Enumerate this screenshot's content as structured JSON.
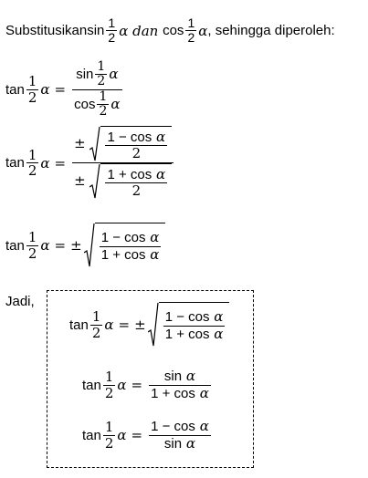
{
  "intro": {
    "text1": "Substitusikan ",
    "sin": "sin",
    "frac_num": "1",
    "frac_den": "2",
    "alpha": "α",
    "dan": " dan ",
    "cos": "cos",
    "text2": ", sehingga diperoleh:"
  },
  "eq1": {
    "lhs": "tan",
    "one": "1",
    "two": "2",
    "alpha": "α",
    "eq": "=",
    "num_fn": "sin",
    "den_fn": "cos"
  },
  "eq2": {
    "lhs": "tan",
    "one": "1",
    "two": "2",
    "alpha": "α",
    "eq": "=",
    "pm": "±",
    "num_rad_num": "1 − cos",
    "den_rad_num": "1 + cos",
    "rad_den": "2"
  },
  "eq3": {
    "lhs": "tan",
    "one": "1",
    "two": "2",
    "alpha": "α",
    "eq": "=",
    "pm": "±",
    "num": "1 − cos",
    "den": "1 + cos"
  },
  "jadi": "Jadi,",
  "box": {
    "r1": {
      "lhs": "tan",
      "one": "1",
      "two": "2",
      "alpha": "α",
      "eq": "=",
      "pm": "±",
      "num": "1 − cos",
      "den": "1 + cos"
    },
    "r2": {
      "lhs": "tan",
      "one": "1",
      "two": "2",
      "alpha": "α",
      "eq": "=",
      "num": "sin",
      "den": "1 + cos"
    },
    "r3": {
      "lhs": "tan",
      "one": "1",
      "two": "2",
      "alpha": "α",
      "eq": "=",
      "num": "1 − cos",
      "den": "sin"
    }
  }
}
